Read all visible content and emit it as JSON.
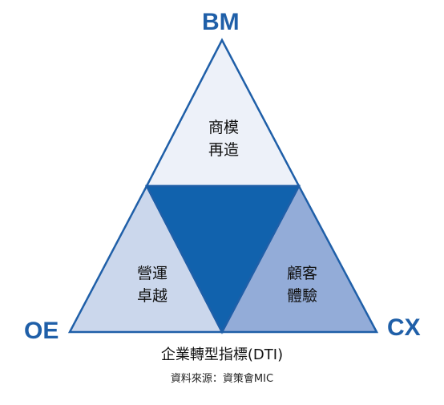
{
  "diagram": {
    "corners": {
      "top": "BM",
      "left": "OE",
      "right": "CX"
    },
    "segments": {
      "top": [
        "商模",
        "再造"
      ],
      "left": [
        "營運",
        "卓越"
      ],
      "right": [
        "顧客",
        "體驗"
      ]
    },
    "caption": "企業轉型指標(DTI)",
    "source": "資料來源：資策會MIC",
    "colors": {
      "top_fill": "#edf1f9",
      "left_fill": "#cbd7ec",
      "right_fill": "#93acd8",
      "center_fill": "#1162ad",
      "outline": "#1f5fa8",
      "label": "#1f5fa8"
    }
  }
}
